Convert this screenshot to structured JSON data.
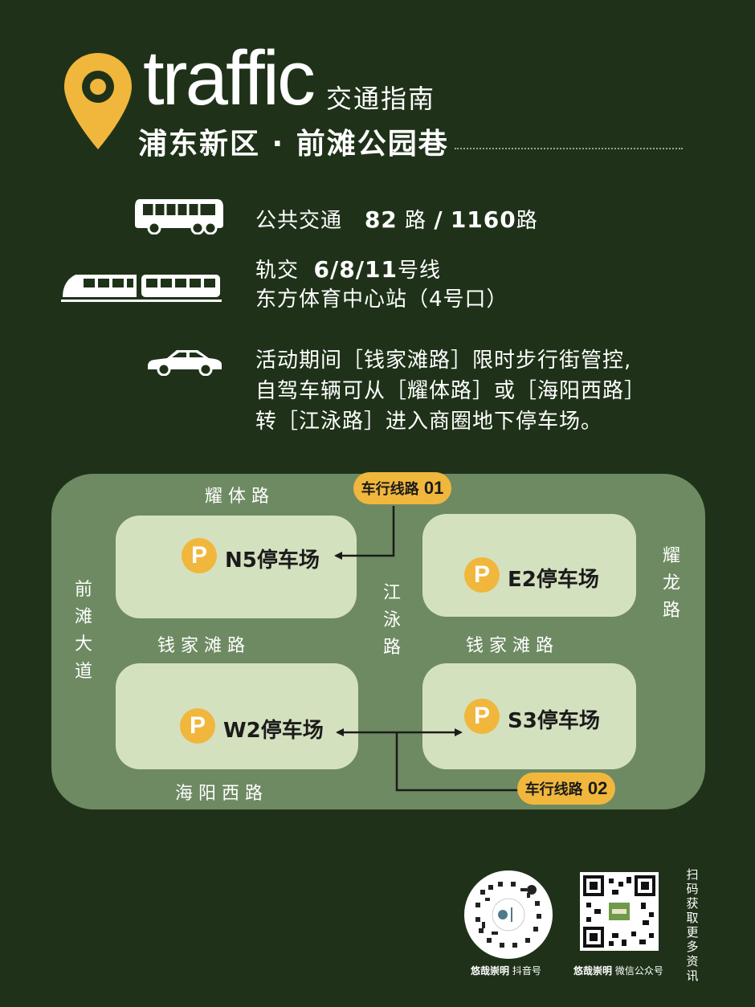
{
  "header": {
    "title": "traffic",
    "title_sub": "交通指南",
    "location": "浦东新区 · 前滩公园巷",
    "icon": "location-pin-icon"
  },
  "transport": {
    "bus": {
      "icon": "bus-icon",
      "label": "公共交通",
      "route1": "82",
      "route1_unit": "路",
      "sep": "/",
      "route2": "1160",
      "route2_unit": "路"
    },
    "metro": {
      "icon": "train-icon",
      "label": "轨交",
      "lines": "6/8/11",
      "lines_unit": "号线",
      "station": "东方体育中心站（4号口）"
    },
    "car": {
      "icon": "car-icon",
      "note": [
        "活动期间［钱家滩路］限时步行街管控,",
        "自驾车辆可从［耀体路］或［海阳西路］",
        "转［江泳路］进入商圈地下停车场。"
      ]
    }
  },
  "map": {
    "streets": {
      "top": "耀 体 路",
      "left": "前滩大道",
      "right": "耀龙路",
      "middle_v": "江泳路",
      "middle_left": "钱 家 滩 路",
      "middle_right": "钱 家 滩 路",
      "bottom": "海 阳 西 路"
    },
    "lots": {
      "n5": "N5停车场",
      "e2": "E2停车场",
      "w2": "W2停车场",
      "s3": "S3停车场",
      "p_symbol": "P"
    },
    "routes": {
      "r1_label": "车行线路",
      "r1_num": "01",
      "r2_label": "车行线路",
      "r2_num": "02"
    }
  },
  "footer": {
    "douyin_label": "悠哉崇明",
    "douyin_suffix": "抖音号",
    "wechat_label": "悠哉崇明",
    "wechat_suffix": "微信公众号",
    "side_note": "扫码获取更多资讯"
  },
  "colors": {
    "background": "#1f3219",
    "map": "#6e8a62",
    "block": "#d4e1bf",
    "accent": "#f0b73c"
  }
}
